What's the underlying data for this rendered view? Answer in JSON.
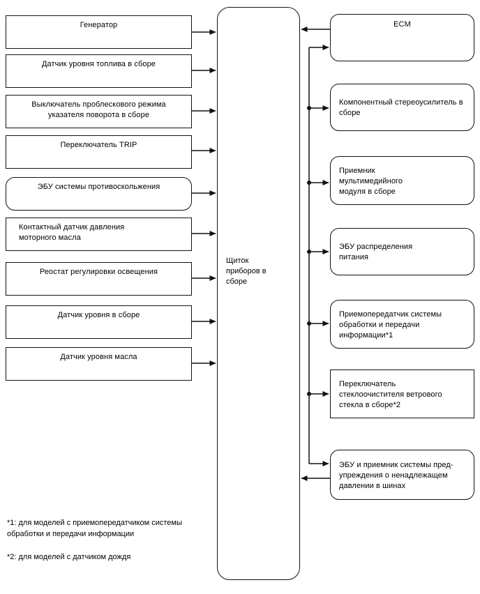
{
  "diagram": {
    "title": "Instrument cluster system block diagram",
    "hub": {
      "label": "Щиток\nприборов в\nсборе"
    },
    "inputs": [
      {
        "label": "Генератор",
        "shape": "square",
        "align": "center"
      },
      {
        "label": "Датчик уровня топлива в сборе",
        "shape": "square",
        "align": "center"
      },
      {
        "label": "Выключатель проблескового режима\nуказателя поворота в сборе",
        "shape": "square",
        "align": "center"
      },
      {
        "label": "Переключатель TRIP",
        "shape": "square",
        "align": "center"
      },
      {
        "label": "ЭБУ системы противоскольжения",
        "shape": "rounded",
        "align": "center"
      },
      {
        "label": "Контактный датчик давления\nмоторного масла",
        "shape": "square",
        "align": "left"
      },
      {
        "label": "Реостат регулировки освещения",
        "shape": "square",
        "align": "center"
      },
      {
        "label": "Датчик уровня в сборе",
        "shape": "square",
        "align": "center"
      },
      {
        "label": "Датчик уровня масла",
        "shape": "square",
        "align": "center"
      }
    ],
    "peers": [
      {
        "label": "ECM",
        "shape": "rounded",
        "align": "center",
        "direction": "bidirectional"
      },
      {
        "label": "Компонентный стереоусилитель в\nсборе",
        "shape": "rounded",
        "align": "left",
        "direction": "from-bus"
      },
      {
        "label": "Приемник\nмультимедийного\nмодуля в сборе",
        "shape": "rounded",
        "align": "left",
        "direction": "from-bus"
      },
      {
        "label": "ЭБУ распределения\nпитания",
        "shape": "rounded",
        "align": "left",
        "direction": "from-bus"
      },
      {
        "label": "Приемопередатчик системы\nобработки и передачи\nинформации*1",
        "shape": "rounded",
        "align": "left",
        "direction": "from-bus"
      },
      {
        "label": "Переключатель\nстеклоочистителя ветрового\nстекла в сборе*2",
        "shape": "square",
        "align": "left",
        "direction": "from-bus"
      },
      {
        "label": "ЭБУ и приемник системы пред-\nупреждения о ненадлежащем\nдавлении в шинах",
        "shape": "rounded",
        "align": "left",
        "direction": "bidirectional"
      }
    ],
    "footnotes": [
      "*1: для моделей с приемопередатчиком системы\nобработки и передачи информации",
      "*2: для моделей с датчиком дождя"
    ],
    "colors": {
      "line": "#111111",
      "background": "#ffffff",
      "text": "#000000"
    }
  }
}
